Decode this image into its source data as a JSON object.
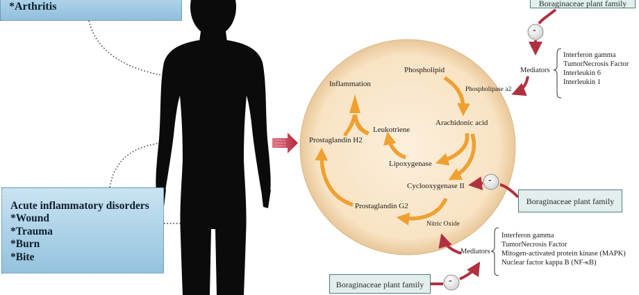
{
  "chronic_box": {
    "line": "*Arthritis"
  },
  "acute_box": {
    "title": "Acute inflammatory disorders",
    "items": [
      "*Wound",
      "*Trauma",
      "*Burn",
      "*Bite"
    ]
  },
  "cycle": {
    "phospholipid": "Phospholipid",
    "phospholipase": "Phospholipase a2",
    "arachidonic": "Arachidonic acid",
    "inflammation": "Inflammation",
    "leukotriene": "Leukotriene",
    "prostaglandin_h2": "Prostaglandin H2",
    "lipoxygenase": "Lipoxygenase",
    "cyclooxygenase": "Cyclooxygenase II",
    "prostaglandin_g2": "Prostaglandin G2",
    "nitric_oxide": "Nitric Oxide"
  },
  "plant_boxes": {
    "top": "Boraginaceae plant family",
    "middle": "Boraginaceae plant family",
    "bottom": "Boraginaceae plant family"
  },
  "inhibit_symbol": "-",
  "mediators_top": {
    "label": "Mediators",
    "items": [
      "Interferon gamma",
      "TumorNecrosis Factor",
      "Interleukin 6",
      "Interleukin 1"
    ]
  },
  "mediators_bottom": {
    "label": "Mediators",
    "items": [
      "Interferon gamma",
      "TumorNecrosis Factor",
      "Mitogen-activated protein kinase (MAPK)",
      "Nuclear factor kappa B (NF-κB)"
    ]
  },
  "colors": {
    "circle_fill": "#f9e7cc",
    "orange_arrow": "#f0a030",
    "red_arrow": "#b03040",
    "box_blue": "#a9cfe6",
    "plant_box": "#e3efed"
  }
}
